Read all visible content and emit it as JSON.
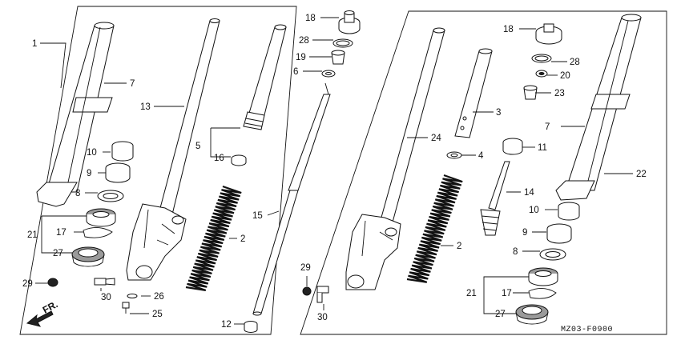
{
  "diagram": {
    "code": "MZ03-F0900",
    "direction_label": "FR.",
    "left_panel": {
      "callouts": [
        "1",
        "7",
        "13",
        "5",
        "16",
        "10",
        "9",
        "8",
        "21",
        "17",
        "27",
        "2",
        "15",
        "29",
        "30",
        "26",
        "25",
        "12",
        "18",
        "28",
        "19",
        "6"
      ]
    },
    "right_panel": {
      "callouts": [
        "18",
        "28",
        "20",
        "23",
        "3",
        "4",
        "24",
        "11",
        "14",
        "2",
        "7",
        "22",
        "10",
        "9",
        "8",
        "21",
        "17",
        "27",
        "29",
        "30"
      ]
    }
  }
}
